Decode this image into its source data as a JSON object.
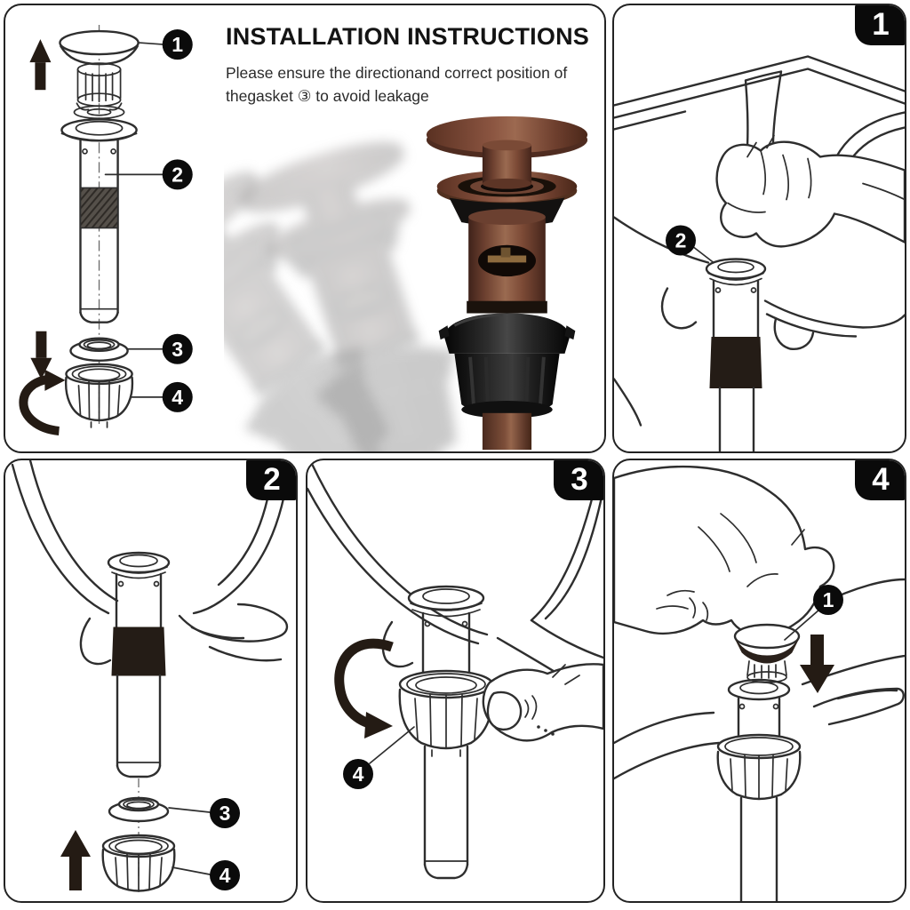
{
  "header": {
    "title": "INSTALLATION INSTRUCTIONS",
    "subtitle_line1": "Please ensure the directionand correct position of",
    "subtitle_line2": "thegasket ③ to avoid leakage"
  },
  "steps": [
    {
      "badge": "1"
    },
    {
      "badge": "2"
    },
    {
      "badge": "3"
    },
    {
      "badge": "4"
    }
  ],
  "callouts": {
    "stopper": "1",
    "drain_body": "2",
    "gasket": "3",
    "locking_nut": "4"
  },
  "colors": {
    "panel_border": "#232323",
    "badge_bg": "#0a0a0a",
    "badge_text": "#ffffff",
    "line_art": "#2e2e2e",
    "arrow": "#241b14",
    "bronze": "#7c4a36",
    "black_plastic": "#1a1a1a",
    "rubber_band": "#241c16"
  }
}
